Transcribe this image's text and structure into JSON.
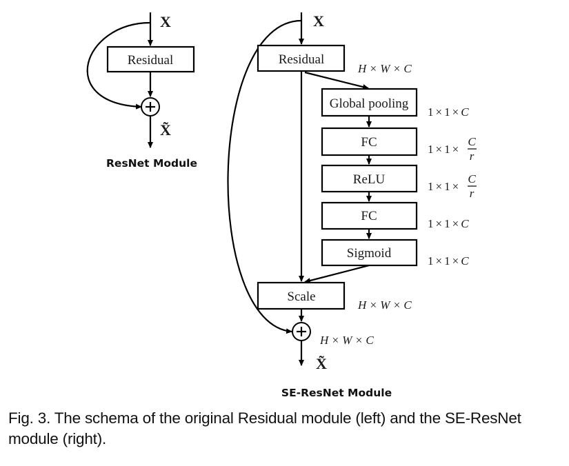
{
  "figure": {
    "left_module": {
      "title": "ResNet Module",
      "input": "X",
      "output": "X̃",
      "blocks": [
        "Residual"
      ],
      "operator": "+"
    },
    "right_module": {
      "title": "SE-ResNet Module",
      "input": "X",
      "output": "X̃",
      "operator": "+",
      "blocks": [
        {
          "label": "Residual",
          "dims": "H × W × C"
        },
        {
          "label": "Global pooling",
          "dims": "1 × 1 × C"
        },
        {
          "label": "FC",
          "dims": "1 × 1 × C/r"
        },
        {
          "label": "ReLU",
          "dims": "1 × 1 × C/r"
        },
        {
          "label": "FC",
          "dims": "1 × 1 × C"
        },
        {
          "label": "Sigmoid",
          "dims": "1 × 1 × C"
        },
        {
          "label": "Scale",
          "dims": "H × W × C"
        }
      ],
      "sum_dims": "H × W × C"
    },
    "dims_text": {
      "hwc_H": "H",
      "hwc_W": "W",
      "hwc_C": "C",
      "times": "×",
      "one": "1",
      "frac_num": "C",
      "frac_den": "r"
    },
    "caption": "Fig. 3. The schema of the original Residual module (left) and the SE-ResNet module (right)."
  }
}
